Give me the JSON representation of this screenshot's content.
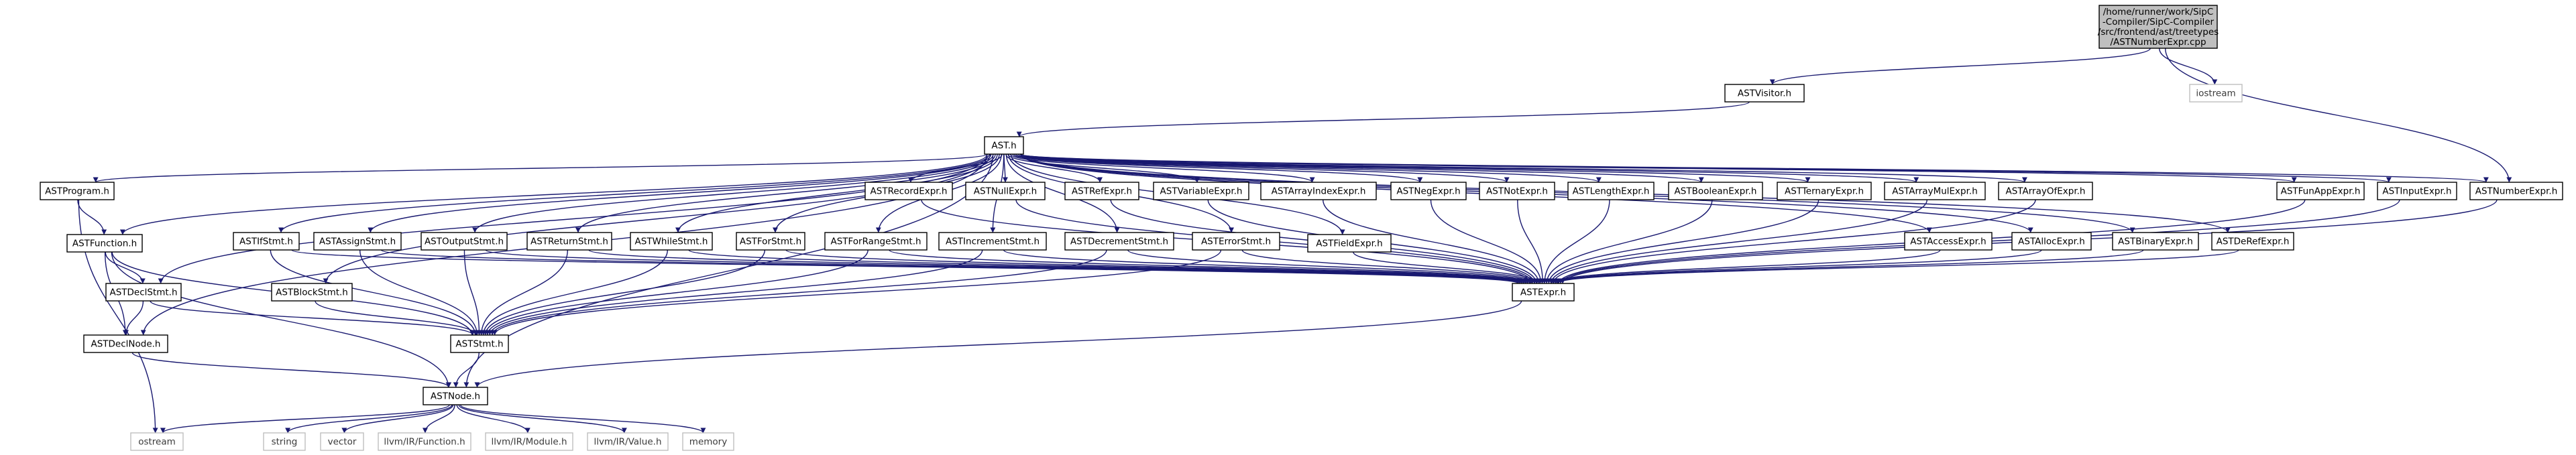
{
  "diagram": {
    "colors": {
      "edge": "#191970",
      "root_fill": "#bfbfbf",
      "node_border": "#000000",
      "external_border": "#bfbfbf"
    },
    "nodes": [
      {
        "id": "root",
        "kind": "root",
        "lines": [
          "/home/runner/work/SipC",
          "-Compiler/SipC-Compiler",
          "/src/frontend/ast/treetypes",
          "/ASTNumberExpr.cpp"
        ]
      },
      {
        "id": "ASTVisitor",
        "kind": "file",
        "lines": [
          "ASTVisitor.h"
        ]
      },
      {
        "id": "iostream",
        "kind": "external",
        "lines": [
          "iostream"
        ]
      },
      {
        "id": "AST",
        "kind": "file",
        "lines": [
          "AST.h"
        ]
      },
      {
        "id": "ASTProgram",
        "kind": "file",
        "lines": [
          "ASTProgram.h"
        ]
      },
      {
        "id": "ASTFunction",
        "kind": "file",
        "lines": [
          "ASTFunction.h"
        ]
      },
      {
        "id": "ASTDeclStmt",
        "kind": "file",
        "lines": [
          "ASTDeclStmt.h"
        ]
      },
      {
        "id": "ASTDeclNode",
        "kind": "file",
        "lines": [
          "ASTDeclNode.h"
        ]
      },
      {
        "id": "ASTIfStmt",
        "kind": "file",
        "lines": [
          "ASTIfStmt.h"
        ]
      },
      {
        "id": "ASTBlockStmt",
        "kind": "file",
        "lines": [
          "ASTBlockStmt.h"
        ]
      },
      {
        "id": "ASTAssignStmt",
        "kind": "file",
        "lines": [
          "ASTAssignStmt.h"
        ]
      },
      {
        "id": "ASTOutputStmt",
        "kind": "file",
        "lines": [
          "ASTOutputStmt.h"
        ]
      },
      {
        "id": "ASTReturnStmt",
        "kind": "file",
        "lines": [
          "ASTReturnStmt.h"
        ]
      },
      {
        "id": "ASTWhileStmt",
        "kind": "file",
        "lines": [
          "ASTWhileStmt.h"
        ]
      },
      {
        "id": "ASTForStmt",
        "kind": "file",
        "lines": [
          "ASTForStmt.h"
        ]
      },
      {
        "id": "ASTForRangeStmt",
        "kind": "file",
        "lines": [
          "ASTForRangeStmt.h"
        ]
      },
      {
        "id": "ASTRecordExpr",
        "kind": "file",
        "lines": [
          "ASTRecordExpr.h"
        ]
      },
      {
        "id": "ASTIncrementStmt",
        "kind": "file",
        "lines": [
          "ASTIncrementStmt.h"
        ]
      },
      {
        "id": "ASTNullExpr",
        "kind": "file",
        "lines": [
          "ASTNullExpr.h"
        ]
      },
      {
        "id": "ASTDecrementStmt",
        "kind": "file",
        "lines": [
          "ASTDecrementStmt.h"
        ]
      },
      {
        "id": "ASTRefExpr",
        "kind": "file",
        "lines": [
          "ASTRefExpr.h"
        ]
      },
      {
        "id": "ASTErrorStmt",
        "kind": "file",
        "lines": [
          "ASTErrorStmt.h"
        ]
      },
      {
        "id": "ASTVariableExpr",
        "kind": "file",
        "lines": [
          "ASTVariableExpr.h"
        ]
      },
      {
        "id": "ASTFieldExpr",
        "kind": "file",
        "lines": [
          "ASTFieldExpr.h"
        ]
      },
      {
        "id": "ASTArrayIndexExpr",
        "kind": "file",
        "lines": [
          "ASTArrayIndexExpr.h"
        ]
      },
      {
        "id": "ASTNegExpr",
        "kind": "file",
        "lines": [
          "ASTNegExpr.h"
        ]
      },
      {
        "id": "ASTNotExpr",
        "kind": "file",
        "lines": [
          "ASTNotExpr.h"
        ]
      },
      {
        "id": "ASTLengthExpr",
        "kind": "file",
        "lines": [
          "ASTLengthExpr.h"
        ]
      },
      {
        "id": "ASTBooleanExpr",
        "kind": "file",
        "lines": [
          "ASTBooleanExpr.h"
        ]
      },
      {
        "id": "ASTTernaryExpr",
        "kind": "file",
        "lines": [
          "ASTTernaryExpr.h"
        ]
      },
      {
        "id": "ASTAccessExpr",
        "kind": "file",
        "lines": [
          "ASTAccessExpr.h"
        ]
      },
      {
        "id": "ASTArrayMulExpr",
        "kind": "file",
        "lines": [
          "ASTArrayMulExpr.h"
        ]
      },
      {
        "id": "ASTAllocExpr",
        "kind": "file",
        "lines": [
          "ASTAllocExpr.h"
        ]
      },
      {
        "id": "ASTArrayOfExpr",
        "kind": "file",
        "lines": [
          "ASTArrayOfExpr.h"
        ]
      },
      {
        "id": "ASTBinaryExpr",
        "kind": "file",
        "lines": [
          "ASTBinaryExpr.h"
        ]
      },
      {
        "id": "ASTDeRefExpr",
        "kind": "file",
        "lines": [
          "ASTDeRefExpr.h"
        ]
      },
      {
        "id": "ASTFunAppExpr",
        "kind": "file",
        "lines": [
          "ASTFunAppExpr.h"
        ]
      },
      {
        "id": "ASTInputExpr",
        "kind": "file",
        "lines": [
          "ASTInputExpr.h"
        ]
      },
      {
        "id": "ASTNumberExpr",
        "kind": "file",
        "lines": [
          "ASTNumberExpr.h"
        ]
      },
      {
        "id": "ASTExpr",
        "kind": "file",
        "lines": [
          "ASTExpr.h"
        ]
      },
      {
        "id": "ASTStmt",
        "kind": "file",
        "lines": [
          "ASTStmt.h"
        ]
      },
      {
        "id": "ASTNode",
        "kind": "file",
        "lines": [
          "ASTNode.h"
        ]
      },
      {
        "id": "ostream",
        "kind": "external",
        "lines": [
          "ostream"
        ]
      },
      {
        "id": "string",
        "kind": "external",
        "lines": [
          "string"
        ]
      },
      {
        "id": "vector",
        "kind": "external",
        "lines": [
          "vector"
        ]
      },
      {
        "id": "llvmFunction",
        "kind": "external",
        "lines": [
          "llvm/IR/Function.h"
        ]
      },
      {
        "id": "llvmModule",
        "kind": "external",
        "lines": [
          "llvm/IR/Module.h"
        ]
      },
      {
        "id": "llvmValue",
        "kind": "external",
        "lines": [
          "llvm/IR/Value.h"
        ]
      },
      {
        "id": "memory",
        "kind": "external",
        "lines": [
          "memory"
        ]
      }
    ],
    "edges": [
      [
        "root",
        "ASTVisitor"
      ],
      [
        "root",
        "iostream"
      ],
      [
        "root",
        "ASTNumberExpr"
      ],
      [
        "ASTVisitor",
        "AST"
      ],
      [
        "AST",
        "ASTProgram"
      ],
      [
        "AST",
        "ASTFunction"
      ],
      [
        "AST",
        "ASTDeclStmt"
      ],
      [
        "AST",
        "ASTDeclNode"
      ],
      [
        "AST",
        "ASTIfStmt"
      ],
      [
        "AST",
        "ASTBlockStmt"
      ],
      [
        "AST",
        "ASTAssignStmt"
      ],
      [
        "AST",
        "ASTOutputStmt"
      ],
      [
        "AST",
        "ASTReturnStmt"
      ],
      [
        "AST",
        "ASTWhileStmt"
      ],
      [
        "AST",
        "ASTForStmt"
      ],
      [
        "AST",
        "ASTForRangeStmt"
      ],
      [
        "AST",
        "ASTRecordExpr"
      ],
      [
        "AST",
        "ASTIncrementStmt"
      ],
      [
        "AST",
        "ASTNullExpr"
      ],
      [
        "AST",
        "ASTDecrementStmt"
      ],
      [
        "AST",
        "ASTRefExpr"
      ],
      [
        "AST",
        "ASTErrorStmt"
      ],
      [
        "AST",
        "ASTVariableExpr"
      ],
      [
        "AST",
        "ASTFieldExpr"
      ],
      [
        "AST",
        "ASTArrayIndexExpr"
      ],
      [
        "AST",
        "ASTNegExpr"
      ],
      [
        "AST",
        "ASTNotExpr"
      ],
      [
        "AST",
        "ASTLengthExpr"
      ],
      [
        "AST",
        "ASTBooleanExpr"
      ],
      [
        "AST",
        "ASTTernaryExpr"
      ],
      [
        "AST",
        "ASTAccessExpr"
      ],
      [
        "AST",
        "ASTArrayMulExpr"
      ],
      [
        "AST",
        "ASTAllocExpr"
      ],
      [
        "AST",
        "ASTArrayOfExpr"
      ],
      [
        "AST",
        "ASTBinaryExpr"
      ],
      [
        "AST",
        "ASTDeRefExpr"
      ],
      [
        "AST",
        "ASTFunAppExpr"
      ],
      [
        "AST",
        "ASTInputExpr"
      ],
      [
        "AST",
        "ASTNumberExpr"
      ],
      [
        "AST",
        "ASTNode"
      ],
      [
        "ASTProgram",
        "ASTFunction"
      ],
      [
        "ASTProgram",
        "ostream"
      ],
      [
        "ASTFunction",
        "ASTDeclStmt"
      ],
      [
        "ASTFunction",
        "ASTDeclNode"
      ],
      [
        "ASTFunction",
        "ASTStmt"
      ],
      [
        "ASTFunction",
        "ASTNode"
      ],
      [
        "ASTDeclStmt",
        "ASTDeclNode"
      ],
      [
        "ASTDeclStmt",
        "ASTStmt"
      ],
      [
        "ASTDeclNode",
        "ASTNode"
      ],
      [
        "ASTIfStmt",
        "ASTStmt"
      ],
      [
        "ASTIfStmt",
        "ASTExpr"
      ],
      [
        "ASTBlockStmt",
        "ASTStmt"
      ],
      [
        "ASTAssignStmt",
        "ASTStmt"
      ],
      [
        "ASTAssignStmt",
        "ASTExpr"
      ],
      [
        "ASTOutputStmt",
        "ASTStmt"
      ],
      [
        "ASTOutputStmt",
        "ASTExpr"
      ],
      [
        "ASTReturnStmt",
        "ASTStmt"
      ],
      [
        "ASTReturnStmt",
        "ASTExpr"
      ],
      [
        "ASTWhileStmt",
        "ASTStmt"
      ],
      [
        "ASTWhileStmt",
        "ASTExpr"
      ],
      [
        "ASTForStmt",
        "ASTStmt"
      ],
      [
        "ASTForStmt",
        "ASTExpr"
      ],
      [
        "ASTForRangeStmt",
        "ASTStmt"
      ],
      [
        "ASTForRangeStmt",
        "ASTExpr"
      ],
      [
        "ASTIncrementStmt",
        "ASTStmt"
      ],
      [
        "ASTIncrementStmt",
        "ASTExpr"
      ],
      [
        "ASTDecrementStmt",
        "ASTStmt"
      ],
      [
        "ASTDecrementStmt",
        "ASTExpr"
      ],
      [
        "ASTErrorStmt",
        "ASTStmt"
      ],
      [
        "ASTErrorStmt",
        "ASTExpr"
      ],
      [
        "ASTRecordExpr",
        "ASTExpr"
      ],
      [
        "ASTNullExpr",
        "ASTExpr"
      ],
      [
        "ASTRefExpr",
        "ASTExpr"
      ],
      [
        "ASTVariableExpr",
        "ASTExpr"
      ],
      [
        "ASTFieldExpr",
        "ASTExpr"
      ],
      [
        "ASTArrayIndexExpr",
        "ASTExpr"
      ],
      [
        "ASTNegExpr",
        "ASTExpr"
      ],
      [
        "ASTNotExpr",
        "ASTExpr"
      ],
      [
        "ASTLengthExpr",
        "ASTExpr"
      ],
      [
        "ASTBooleanExpr",
        "ASTExpr"
      ],
      [
        "ASTTernaryExpr",
        "ASTExpr"
      ],
      [
        "ASTAccessExpr",
        "ASTExpr"
      ],
      [
        "ASTArrayMulExpr",
        "ASTExpr"
      ],
      [
        "ASTAllocExpr",
        "ASTExpr"
      ],
      [
        "ASTArrayOfExpr",
        "ASTExpr"
      ],
      [
        "ASTBinaryExpr",
        "ASTExpr"
      ],
      [
        "ASTDeRefExpr",
        "ASTExpr"
      ],
      [
        "ASTFunAppExpr",
        "ASTExpr"
      ],
      [
        "ASTInputExpr",
        "ASTExpr"
      ],
      [
        "ASTNumberExpr",
        "ASTExpr"
      ],
      [
        "ASTExpr",
        "ASTNode"
      ],
      [
        "ASTStmt",
        "ASTNode"
      ],
      [
        "ASTNode",
        "ostream"
      ],
      [
        "ASTNode",
        "string"
      ],
      [
        "ASTNode",
        "vector"
      ],
      [
        "ASTNode",
        "llvmFunction"
      ],
      [
        "ASTNode",
        "llvmModule"
      ],
      [
        "ASTNode",
        "llvmValue"
      ],
      [
        "ASTNode",
        "memory"
      ]
    ]
  }
}
